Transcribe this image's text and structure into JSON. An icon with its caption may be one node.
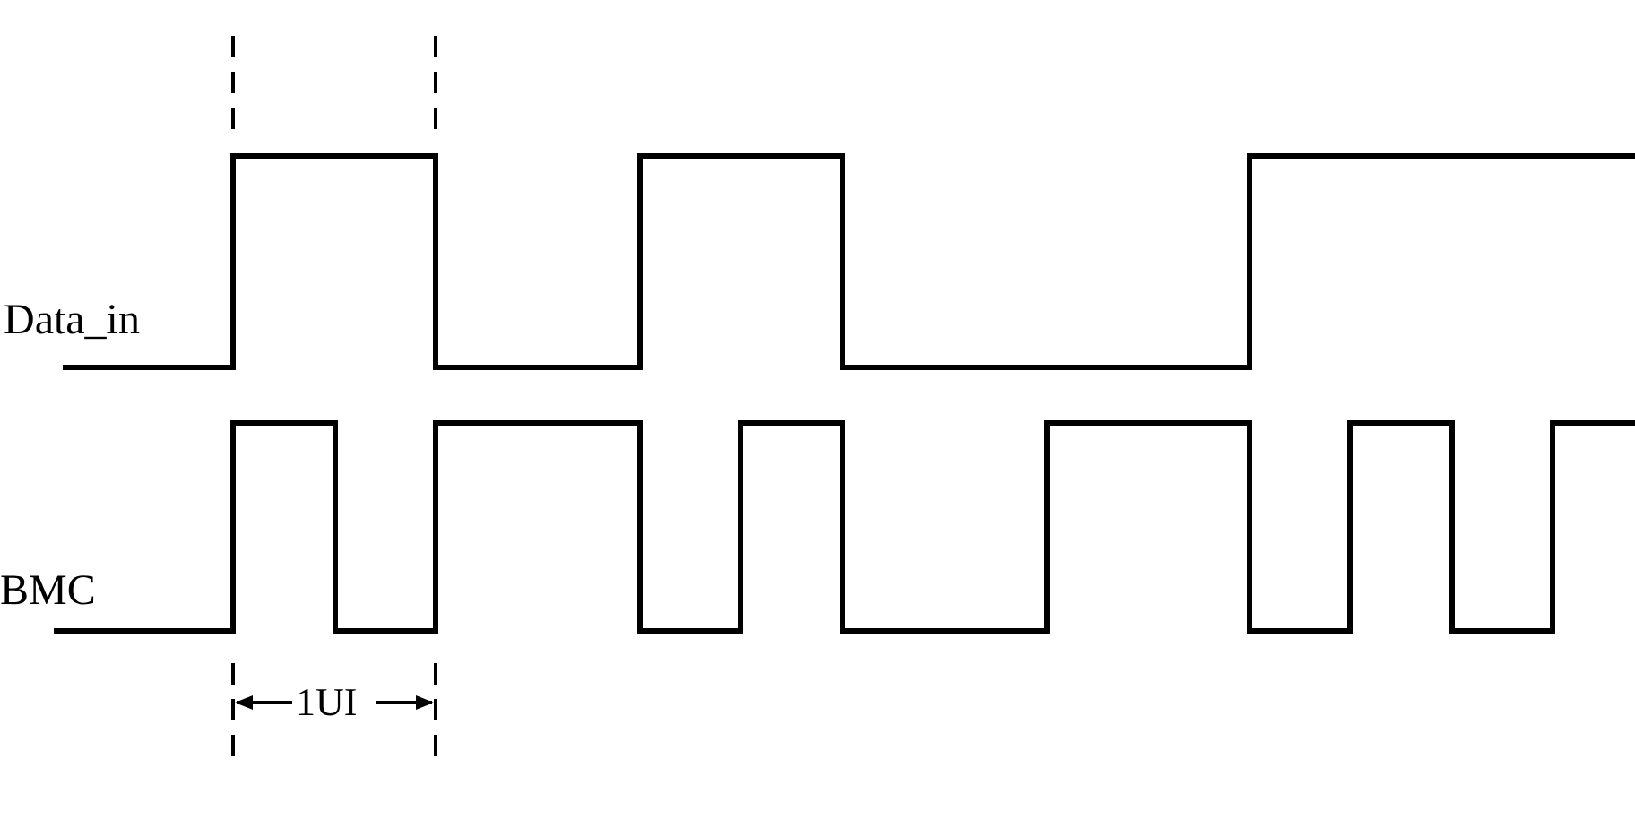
{
  "diagram": {
    "labels": [
      "Data_in",
      "BMC",
      "1UI"
    ]
  }
}
